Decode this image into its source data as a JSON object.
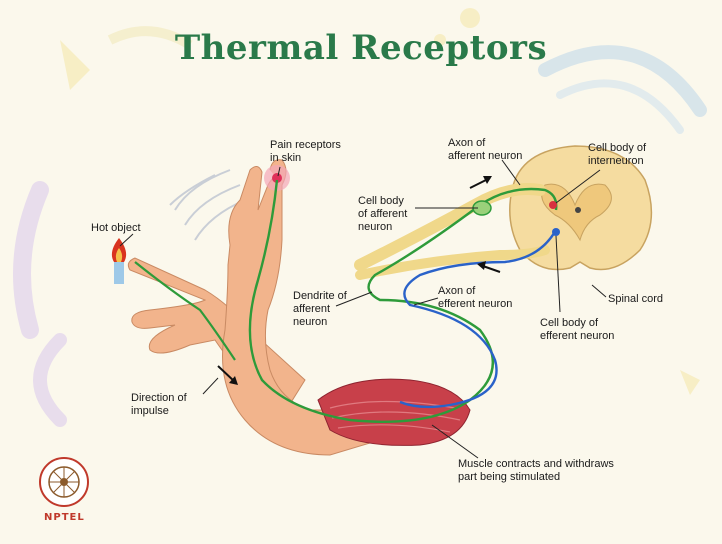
{
  "title": "Thermal Receptors",
  "labels": {
    "pain_receptors": "Pain receptors\nin skin",
    "axon_afferent": "Axon of\nafferent neuron",
    "cell_body_interneuron": "Cell body of\ninterneuron",
    "cell_body_afferent": "Cell body\nof afferent\nneuron",
    "hot_object": "Hot object",
    "dendrite_afferent": "Dendrite of\nafferent\nneuron",
    "axon_efferent": "Axon of\nefferent neuron",
    "spinal_cord": "Spinal cord",
    "cell_body_efferent": "Cell body of\nefferent neuron",
    "direction_impulse": "Direction of\nimpulse",
    "muscle_contracts": "Muscle contracts and withdraws\npart being stimulated"
  },
  "logo": {
    "text": "NPTEL",
    "name": "nptel-logo"
  },
  "colors": {
    "title": "#2a7a4a",
    "afferent_neuron": "#2e9b3a",
    "efferent_neuron": "#2a62c9",
    "skin": "#f2b48c",
    "muscle": "#c8404a",
    "spinal_cord": "#f5dca0",
    "flame": "#d9331f"
  }
}
